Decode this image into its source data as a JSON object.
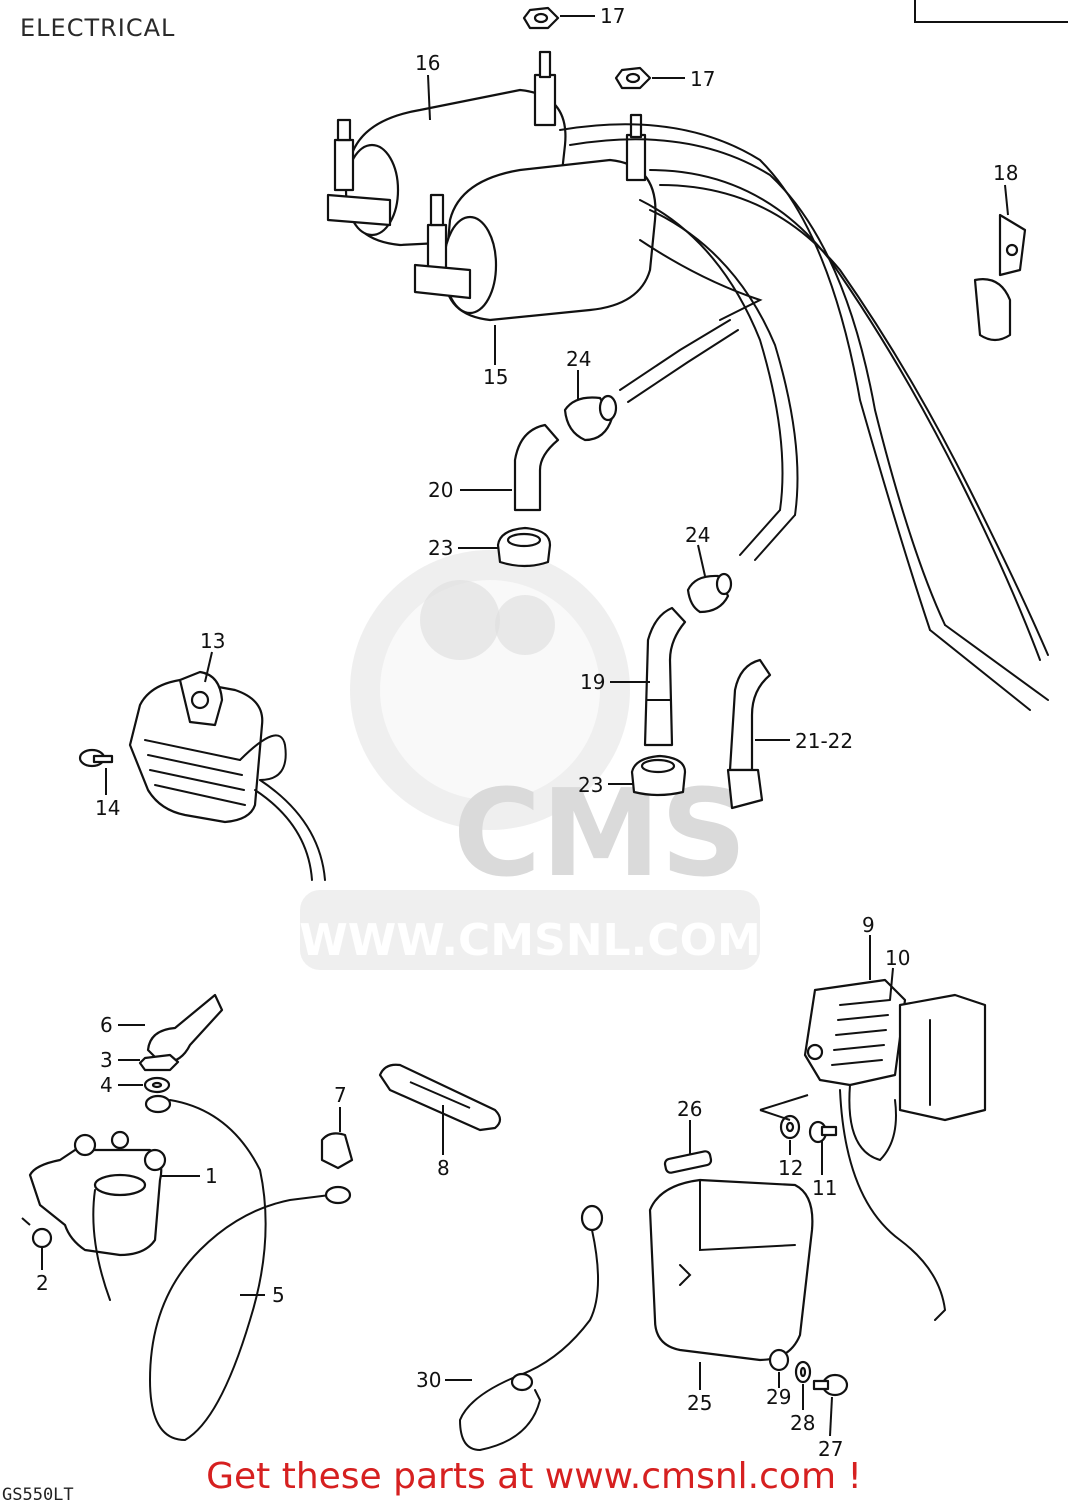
{
  "title": "ELECTRICAL",
  "model": "GS550LT",
  "watermark": {
    "logo": "CMS",
    "url": "WWW.CMSNL.COM"
  },
  "banner": "Get these parts at www.cmsnl.com !",
  "callouts": {
    "c1": "1",
    "c2": "2",
    "c3": "3",
    "c4": "4",
    "c5": "5",
    "c6": "6",
    "c7": "7",
    "c8": "8",
    "c9": "9",
    "c10": "10",
    "c11": "11",
    "c12": "12",
    "c13": "13",
    "c14": "14",
    "c15": "15",
    "c16": "16",
    "c17a": "17",
    "c17b": "17",
    "c18": "18",
    "c19": "19",
    "c20": "20",
    "c21": "21-22",
    "c23a": "23",
    "c23b": "23",
    "c24a": "24",
    "c24b": "24",
    "c25": "25",
    "c26": "26",
    "c27": "27",
    "c28": "28",
    "c29": "29",
    "c30": "30"
  }
}
